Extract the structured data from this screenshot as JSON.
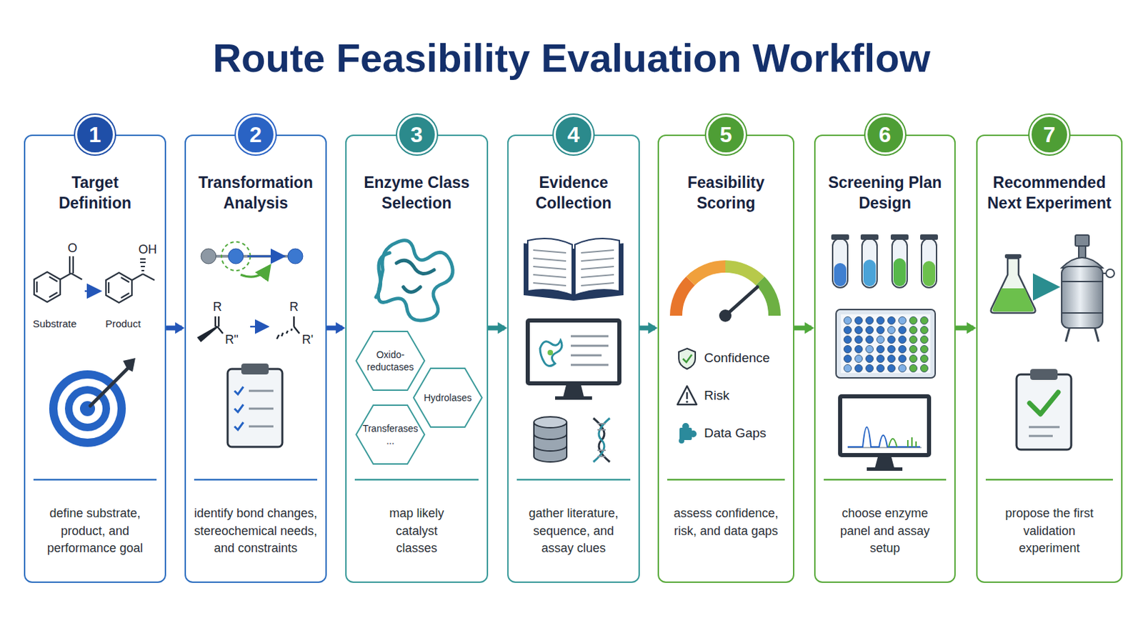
{
  "diagram": {
    "title": "Route Feasibility Evaluation Workflow",
    "nodes": [
      {
        "text": [
          "Target Definition",
          "define substrate, product, and performance goal"
        ]
      },
      {
        "text": [
          "1"
        ],
        "in": 0
      },
      {
        "text": [
          "Transformation Analysis",
          "identify bond changes, stereochemical needs, and constraints"
        ]
      },
      {
        "text": [
          "2"
        ],
        "in": 2
      },
      {
        "text": [
          "Enzyme Class Selection",
          "map likely catalyst classes"
        ]
      },
      {
        "text": [
          "3"
        ],
        "in": 4
      },
      {
        "text": [
          "Oxido- reductases"
        ],
        "in": 4
      },
      {
        "text": [
          "Hydrolases"
        ],
        "in": 4
      },
      {
        "text": [
          "Transferases ..."
        ],
        "in": 4
      },
      {
        "text": [
          "Evidence Collection",
          "gather literature, sequence, and assay clues"
        ]
      },
      {
        "text": [
          "4"
        ],
        "in": 9
      },
      {
        "text": [
          "Feasibility Scoring",
          "assess confidence, risk, and data gaps"
        ]
      },
      {
        "text": [
          "5"
        ],
        "in": 11
      },
      {
        "text": [
          "Screening Plan Design",
          "choose enzyme panel and assay setup"
        ]
      },
      {
        "text": [
          "6"
        ],
        "in": 13
      },
      {
        "text": [
          "Recommended Next Experiment",
          "propose the first validation experiment"
        ]
      },
      {
        "text": [
          "7"
        ],
        "in": 15
      }
    ],
    "edges": [
      {
        "from": 0,
        "to": 2,
        "arrow": "to"
      },
      {
        "from": 2,
        "to": 4,
        "arrow": "to"
      },
      {
        "from": 4,
        "to": 9,
        "arrow": "to"
      },
      {
        "from": 9,
        "to": 11,
        "arrow": "to"
      },
      {
        "from": 11,
        "to": 13,
        "arrow": "to"
      },
      {
        "from": 13,
        "to": 15,
        "arrow": "to"
      }
    ],
    "labels": [
      "O",
      "Substrate",
      "OH",
      "Product",
      "R",
      "R\"",
      "R",
      "R'",
      "Confidence",
      "Risk",
      "Data Gaps"
    ]
  }
}
